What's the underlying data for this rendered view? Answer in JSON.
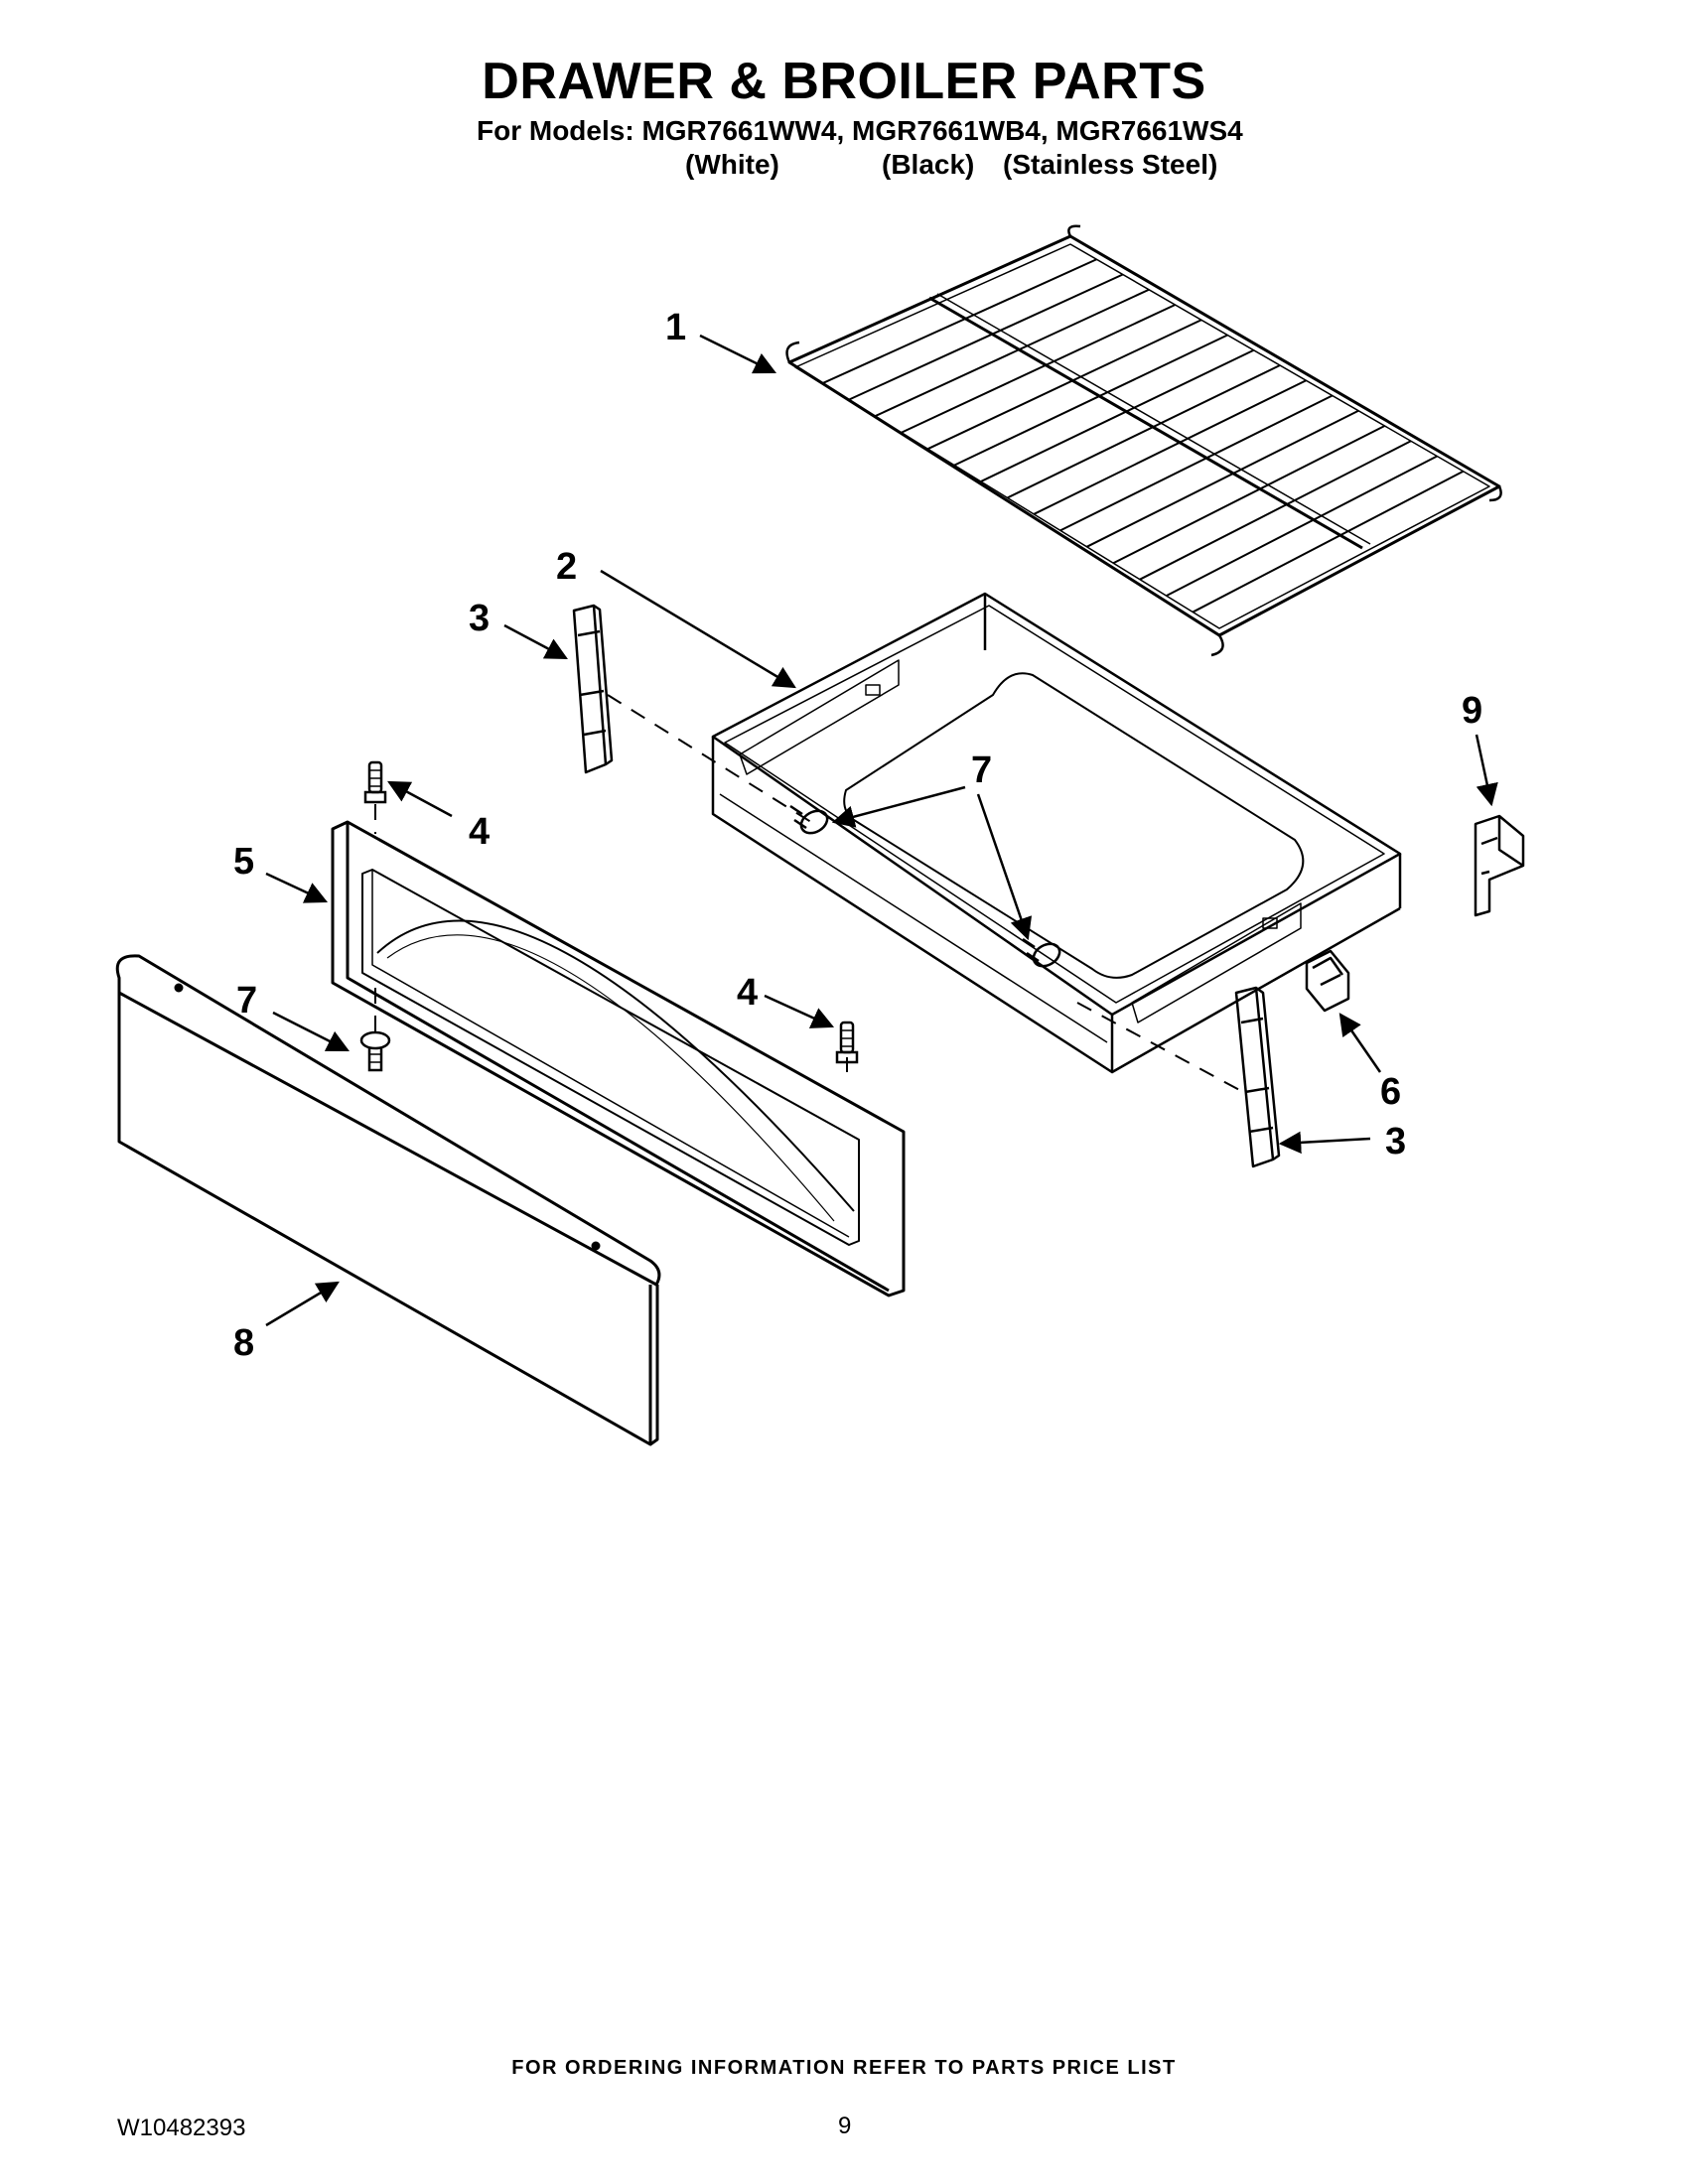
{
  "header": {
    "title": "DRAWER & BROILER PARTS",
    "models_line": "For Models: MGR7661WW4, MGR7661WB4, MGR7661WS4",
    "variants": [
      "(White)",
      "(Black)",
      "(Stainless Steel)"
    ]
  },
  "callouts": [
    {
      "id": "c1",
      "label": "1"
    },
    {
      "id": "c2",
      "label": "2"
    },
    {
      "id": "c3a",
      "label": "3"
    },
    {
      "id": "c3b",
      "label": "3"
    },
    {
      "id": "c4a",
      "label": "4"
    },
    {
      "id": "c4b",
      "label": "4"
    },
    {
      "id": "c5",
      "label": "5"
    },
    {
      "id": "c6",
      "label": "6"
    },
    {
      "id": "c7a",
      "label": "7"
    },
    {
      "id": "c7b",
      "label": "7"
    },
    {
      "id": "c8",
      "label": "8"
    },
    {
      "id": "c9",
      "label": "9"
    }
  ],
  "footer": {
    "ordering_note": "FOR ORDERING INFORMATION REFER TO PARTS PRICE LIST",
    "doc_number": "W10482393",
    "page_number": "9"
  },
  "colors": {
    "line": "#000000",
    "background": "#ffffff"
  }
}
